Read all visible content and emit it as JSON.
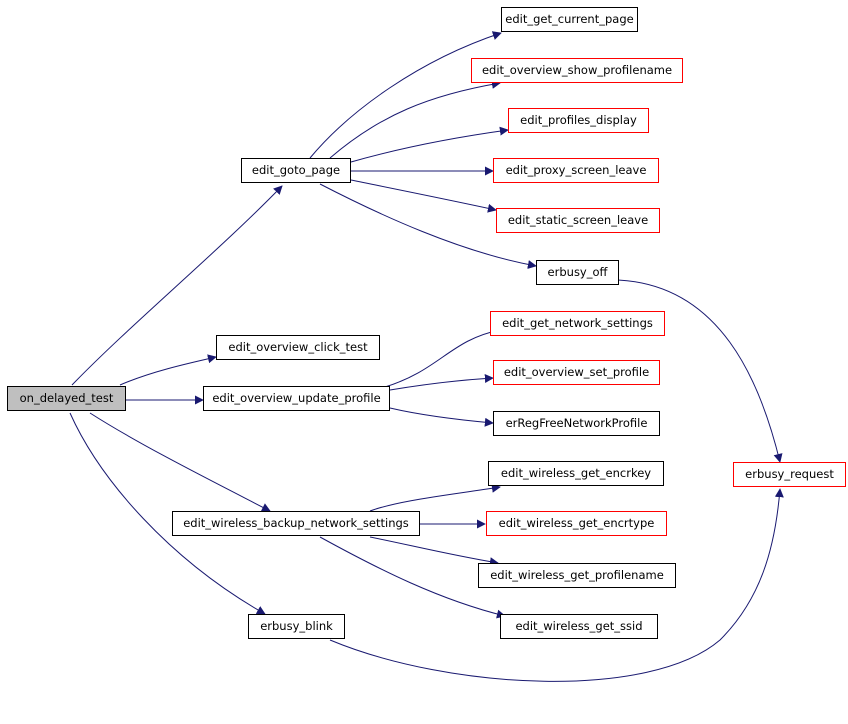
{
  "colors": {
    "edge": "#191970",
    "node_border": "#000000",
    "incomplete_node_border": "#ff0000",
    "root_fill": "#bfbfbf"
  },
  "nodes": {
    "on_delayed_test": {
      "label": "on_delayed_test",
      "style": "root"
    },
    "edit_goto_page": {
      "label": "edit_goto_page",
      "style": "normal"
    },
    "edit_get_current_page": {
      "label": "edit_get_current_page",
      "style": "normal"
    },
    "edit_overview_show_profilename": {
      "label": "edit_overview_show_profilename",
      "style": "red"
    },
    "edit_profiles_display": {
      "label": "edit_profiles_display",
      "style": "red"
    },
    "edit_proxy_screen_leave": {
      "label": "edit_proxy_screen_leave",
      "style": "red"
    },
    "edit_static_screen_leave": {
      "label": "edit_static_screen_leave",
      "style": "red"
    },
    "erbusy_off": {
      "label": "erbusy_off",
      "style": "normal"
    },
    "edit_overview_click_test": {
      "label": "edit_overview_click_test",
      "style": "normal"
    },
    "edit_get_network_settings": {
      "label": "edit_get_network_settings",
      "style": "red"
    },
    "edit_overview_update_profile": {
      "label": "edit_overview_update_profile",
      "style": "normal"
    },
    "edit_overview_set_profile": {
      "label": "edit_overview_set_profile",
      "style": "red"
    },
    "erRegFreeNetworkProfile": {
      "label": "erRegFreeNetworkProfile",
      "style": "normal"
    },
    "edit_wireless_get_encrkey": {
      "label": "edit_wireless_get_encrkey",
      "style": "normal"
    },
    "erbusy_request": {
      "label": "erbusy_request",
      "style": "red"
    },
    "edit_wireless_backup_network_settings": {
      "label": "edit_wireless_backup_network_settings",
      "style": "normal"
    },
    "edit_wireless_get_encrtype": {
      "label": "edit_wireless_get_encrtype",
      "style": "red"
    },
    "edit_wireless_get_profilename": {
      "label": "edit_wireless_get_profilename",
      "style": "normal"
    },
    "erbusy_blink": {
      "label": "erbusy_blink",
      "style": "normal"
    },
    "edit_wireless_get_ssid": {
      "label": "edit_wireless_get_ssid",
      "style": "normal"
    }
  },
  "edges": [
    {
      "from": "on_delayed_test",
      "to": "edit_goto_page"
    },
    {
      "from": "on_delayed_test",
      "to": "edit_overview_click_test"
    },
    {
      "from": "on_delayed_test",
      "to": "edit_overview_update_profile"
    },
    {
      "from": "on_delayed_test",
      "to": "edit_wireless_backup_network_settings"
    },
    {
      "from": "on_delayed_test",
      "to": "erbusy_blink"
    },
    {
      "from": "edit_goto_page",
      "to": "edit_get_current_page"
    },
    {
      "from": "edit_goto_page",
      "to": "edit_overview_show_profilename"
    },
    {
      "from": "edit_goto_page",
      "to": "edit_profiles_display"
    },
    {
      "from": "edit_goto_page",
      "to": "edit_proxy_screen_leave"
    },
    {
      "from": "edit_goto_page",
      "to": "edit_static_screen_leave"
    },
    {
      "from": "edit_goto_page",
      "to": "erbusy_off"
    },
    {
      "from": "erbusy_off",
      "to": "erbusy_request"
    },
    {
      "from": "edit_overview_update_profile",
      "to": "edit_get_network_settings"
    },
    {
      "from": "edit_overview_update_profile",
      "to": "edit_overview_set_profile"
    },
    {
      "from": "edit_overview_update_profile",
      "to": "erRegFreeNetworkProfile"
    },
    {
      "from": "edit_wireless_backup_network_settings",
      "to": "edit_wireless_get_encrkey"
    },
    {
      "from": "edit_wireless_backup_network_settings",
      "to": "edit_wireless_get_encrtype"
    },
    {
      "from": "edit_wireless_backup_network_settings",
      "to": "edit_wireless_get_profilename"
    },
    {
      "from": "edit_wireless_backup_network_settings",
      "to": "edit_wireless_get_ssid"
    },
    {
      "from": "erbusy_blink",
      "to": "erbusy_request"
    }
  ]
}
